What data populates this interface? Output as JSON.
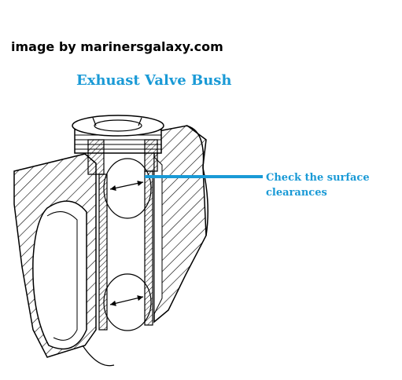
{
  "credit": "image by marinersgalaxy.com",
  "title": "Exhuast Valve Bush",
  "callout": {
    "line1": "Check the surface",
    "line2": "clearances"
  },
  "colors": {
    "accent": "#1a9ad6",
    "ink": "#000000",
    "paper": "#ffffff"
  },
  "icons": [
    "hatched-cylinder-head",
    "valve-guide-bush",
    "clearance-arrow",
    "callout-pointer"
  ]
}
